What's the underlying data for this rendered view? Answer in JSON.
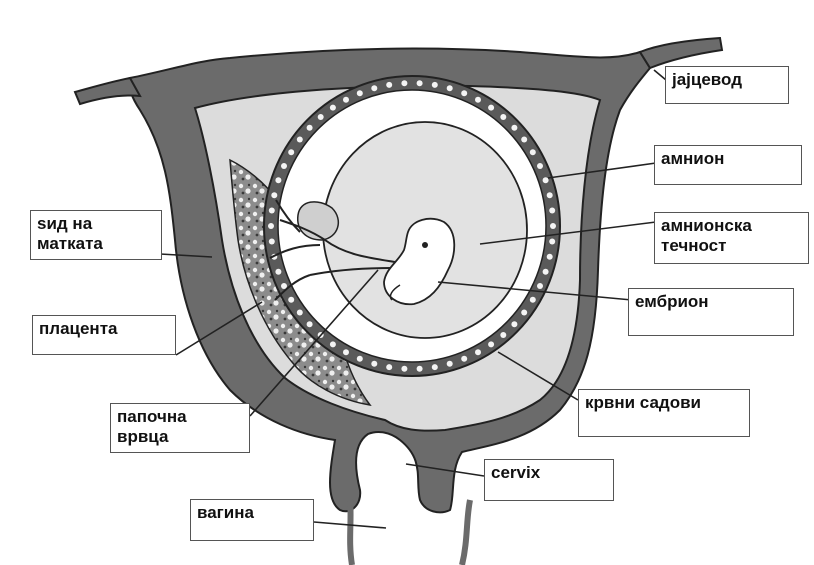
{
  "labels": {
    "oviduct": "јајцевод",
    "amnion": "амнион",
    "uterus_wall_line1": "ѕид на",
    "uterus_wall_line2": "матката",
    "amniotic_fluid_line1": "амнионска",
    "amniotic_fluid_line2": "течност",
    "embryo": "ембрион",
    "placenta": "плацента",
    "umbilical_cord_line1": "папочна",
    "umbilical_cord_line2": "врвца",
    "blood_vessels": "крвни садови",
    "cervix": "cervix",
    "vagina": "вагина"
  },
  "colors": {
    "uterus_wall": "#6b6b6b",
    "cavity": "#dcdcdc",
    "chorion_ring": "#5a5a5a",
    "amnion_sac": "#ffffff",
    "amniotic_fluid": "#e2e2e2",
    "placenta": "#8a8a8a",
    "outline": "#222222"
  }
}
